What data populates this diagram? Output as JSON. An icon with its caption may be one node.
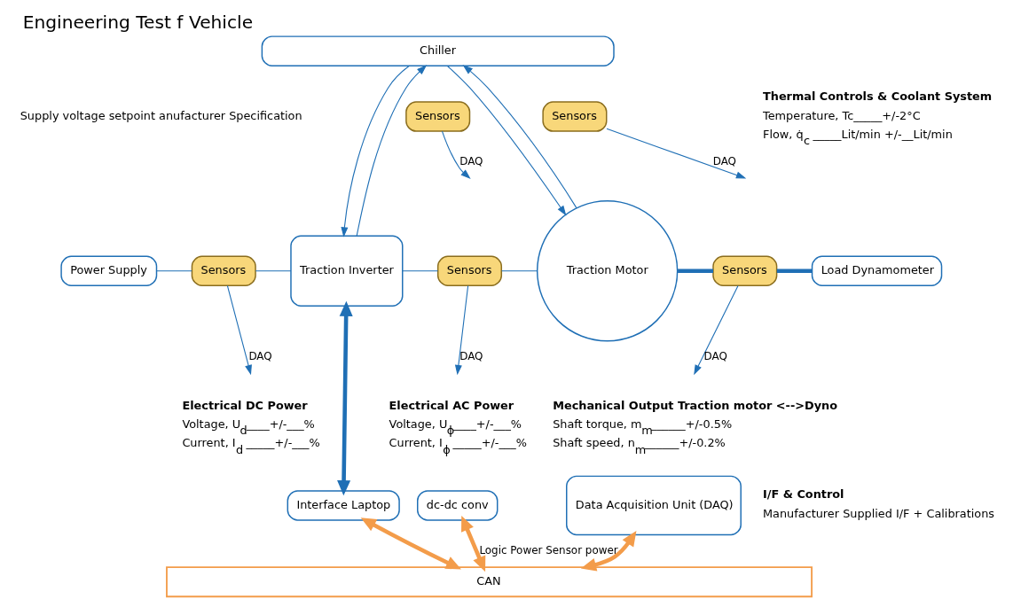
{
  "diagram": {
    "title": "Engineering Test f Vehicle",
    "nodes": [
      {
        "text": [
          "Chiller"
        ]
      },
      {
        "text": [
          "Power Supply"
        ]
      },
      {
        "text": [
          "Sensors"
        ]
      },
      {
        "text": [
          "Traction Inverter"
        ]
      },
      {
        "text": [
          "Sensors"
        ]
      },
      {
        "text": [
          "Sensors"
        ]
      },
      {
        "text": [
          "Traction Motor"
        ]
      },
      {
        "text": [
          "Sensors"
        ]
      },
      {
        "text": [
          "Sensors"
        ]
      },
      {
        "text": [
          "Load Dynamometer"
        ]
      },
      {
        "text": [
          "Interface Laptop"
        ]
      },
      {
        "text": [
          "dc-dc conv"
        ]
      },
      {
        "text": [
          "Data Acquisition Unit (DAQ)"
        ]
      },
      {
        "text": [
          "CAN"
        ]
      }
    ],
    "edges": [
      {
        "from": 0,
        "to": 3,
        "arrow": "to"
      },
      {
        "from": 3,
        "to": 0,
        "arrow": "to"
      },
      {
        "from": 0,
        "to": 6,
        "arrow": "to"
      },
      {
        "from": 6,
        "to": 0,
        "arrow": "to"
      },
      {
        "from": 1,
        "to": 2,
        "arrow": "none"
      },
      {
        "from": 2,
        "to": 3,
        "arrow": "none"
      },
      {
        "from": 3,
        "to": 5,
        "arrow": "none"
      },
      {
        "from": 5,
        "to": 6,
        "arrow": "none"
      },
      {
        "from": 6,
        "to": 8,
        "arrow": "none",
        "style": "thick"
      },
      {
        "from": 8,
        "to": 9,
        "arrow": "none",
        "style": "thick"
      },
      {
        "from": 2,
        "to": null,
        "arrow": "to",
        "label": "DAQ"
      },
      {
        "from": 4,
        "to": null,
        "arrow": "to",
        "label": "DAQ"
      },
      {
        "from": 5,
        "to": null,
        "arrow": "to",
        "label": "DAQ"
      },
      {
        "from": 7,
        "to": null,
        "arrow": "to",
        "label": "DAQ"
      },
      {
        "from": 8,
        "to": null,
        "arrow": "to",
        "label": "DAQ"
      },
      {
        "from": 3,
        "to": 10,
        "arrow": "both",
        "style": "thick"
      },
      {
        "from": 10,
        "to": 13,
        "arrow": "both",
        "style": "thick",
        "color": "#f39c4a"
      },
      {
        "from": 11,
        "to": 13,
        "arrow": "both",
        "style": "thick",
        "color": "#f39c4a",
        "label": "Logic Power Sensor power"
      },
      {
        "from": 12,
        "to": 13,
        "arrow": "both",
        "style": "thick",
        "color": "#f39c4a"
      }
    ],
    "labels": [
      "Thermal Controls & Coolant System",
      "Temperature, Tc_____+/-2°C",
      "Flow, q̇$_{c}$ _____Lit/min +/-__Lit/min",
      "Supply voltage setpoint anufacturer Specification",
      "Electrical DC Power",
      "Voltage, U$_{d}$____+/-___%",
      "Current, I$_{d}$ _____+/-___%",
      "Electrical AC Power",
      "Voltage, U$_{ϕ}$____+/-___%",
      "Current, I$_{ϕ}$ _____+/-___%",
      "Mechanical Output Traction motor <-->Dyno",
      "Shaft torque, m$_{m}$______+/-0.5%",
      "Shaft speed, n$_{m}$______+/-0.2%",
      "I/F & Control",
      "Manufacturer Supplied I/F + Calibrations"
    ]
  }
}
